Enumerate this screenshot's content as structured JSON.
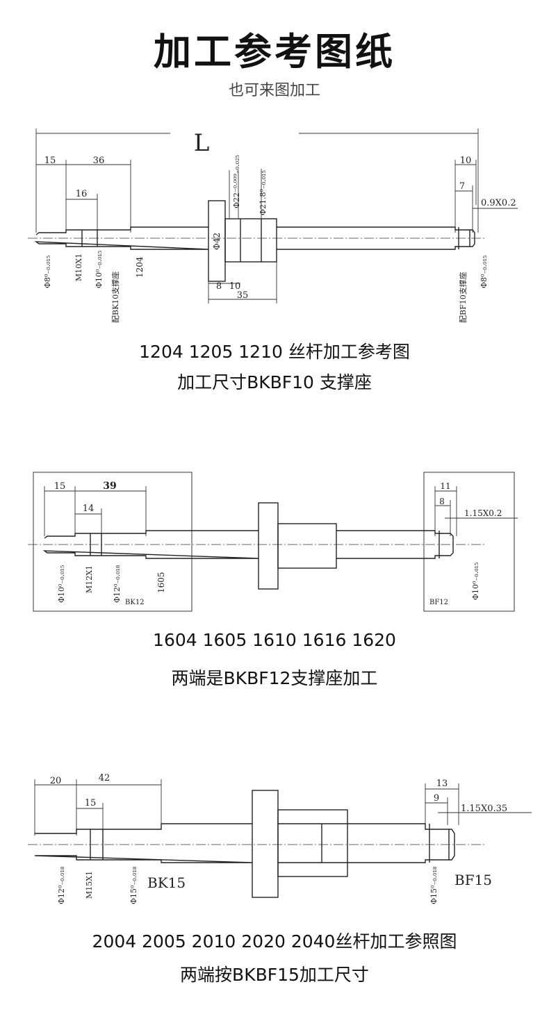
{
  "header": {
    "title": "加工参考图纸",
    "subtitle": "也可来图加工"
  },
  "drawing1": {
    "overall": "L",
    "dim_top": [
      "15",
      "36",
      "16"
    ],
    "dim_right": [
      "10",
      "7",
      "0.9X0.2"
    ],
    "dim_nut": [
      "8",
      "10",
      "35"
    ],
    "vertical_labels": [
      "Φ8⁰₋₀.₀₁₅",
      "M10X1",
      "Φ10⁰₋₀.₀₁₅",
      "配BK10支撑座",
      "1204",
      "Φ42",
      "Φ22⁻⁰·⁰⁰⁹₋₀.₀₂₅",
      "Φ21.8⁰₋₀.₀₁₅",
      "配BF10支撑座",
      "Φ8⁰₋₀.₀₁₅"
    ],
    "caption_line1": "1204   1205   1210 丝杆加工参考图",
    "caption_line2": "加工尺寸BKBF10 支撑座"
  },
  "drawing2": {
    "dim_top": [
      "15",
      "39",
      "14"
    ],
    "dim_right": [
      "11",
      "8",
      "1.15X0.2"
    ],
    "vertical_labels": [
      "Φ10⁰₋₀.₀₁₅",
      "M12X1",
      "Φ12⁰₋₀.₀₁₈",
      "1605",
      "Φ10⁰₋₀.₀₁₅"
    ],
    "box_left": "BK12",
    "box_right": "BF12",
    "caption_line1": "1604   1605   1610   1616   1620",
    "caption_line2": "两端是BKBF12支撑座加工"
  },
  "drawing3": {
    "dim_top": [
      "20",
      "42",
      "15"
    ],
    "dim_right": [
      "13",
      "9",
      "1.15X0.35"
    ],
    "vertical_labels": [
      "Φ12⁰₋₀.₀₁₈",
      "M15X1",
      "Φ15⁰₋₀.₀₁₈",
      "Φ15⁰₋₀.₀₁₈"
    ],
    "label_left": "BK15",
    "label_right": "BF15",
    "caption_line1": "2004  2005   2010   2020   2040丝杆加工参照图",
    "caption_line2": "两端按BKBF15加工尺寸"
  }
}
